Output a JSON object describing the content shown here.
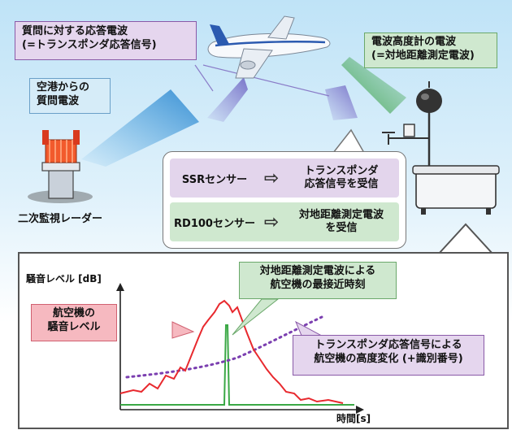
{
  "labels": {
    "transponder_reply": [
      "質問に対する応答電波",
      "(=トランスポンダ応答信号)"
    ],
    "altimeter_wave": [
      "電波高度計の電波",
      "(=対地距離測定電波)"
    ],
    "airport_question": [
      "空港からの",
      "質問電波"
    ],
    "radar_name": "二次監視レーダー"
  },
  "sensors": {
    "ssr": {
      "name": "SSRセンサー",
      "result": [
        "トランスポンダ",
        "応答信号を受信"
      ]
    },
    "rd100": {
      "name": "RD100センサー",
      "result": [
        "対地距離測定電波",
        "を受信"
      ]
    }
  },
  "chart": {
    "ylabel": "騒音レベル [dB]",
    "xlabel": "時間[s]",
    "callout_noise": [
      "航空機の",
      "騒音レベル"
    ],
    "callout_nearest": [
      "対地距離測定電波による",
      "航空機の最接近時刻"
    ],
    "callout_altitude": [
      "トランスポンダ応答信号による",
      "航空機の高度変化 (+識別番号)"
    ]
  },
  "colors": {
    "noise": "#e8292e",
    "nearest": "#3aa845",
    "altitude": "#7b3fb0",
    "purple_box": "#e5d6ee",
    "green_box": "#cfe8cf",
    "blue_box": "#d6ecf8",
    "pink_box": "#f6b9c0"
  },
  "icons": [
    "airplane-icon",
    "radar-icon",
    "sensor-device-icon",
    "arrow-right-icon"
  ]
}
